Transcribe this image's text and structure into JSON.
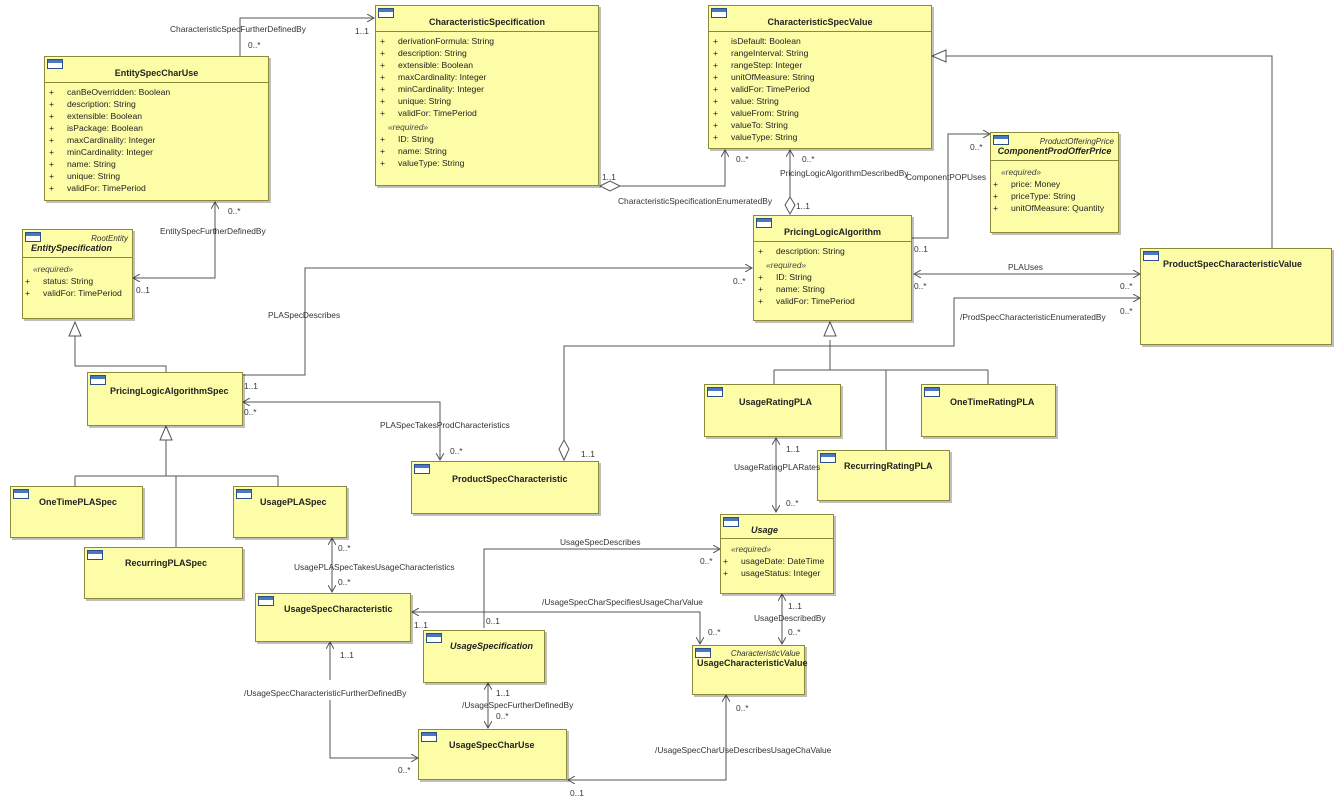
{
  "classes": {
    "characteristic_specification": {
      "name": "CharacteristicSpecification",
      "attributes": [
        "derivationFormula: String",
        "description: String",
        "extensible: Boolean",
        "maxCardinality: Integer",
        "minCardinality: Integer",
        "unique: String",
        "validFor: TimePeriod"
      ],
      "group": "«required»",
      "required": [
        "ID: String",
        "name: String",
        "valueType: String"
      ]
    },
    "characteristic_spec_value": {
      "name": "CharacteristicSpecValue",
      "attributes": [
        "isDefault: Boolean",
        "rangeInterval: String",
        "rangeStep: Integer",
        "unitOfMeasure: String",
        "validFor: TimePeriod",
        "value: String",
        "valueFrom: String",
        "valueTo: String",
        "valueType: String"
      ]
    },
    "entity_spec_char_use": {
      "name": "EntitySpecCharUse",
      "attributes": [
        "canBeOverridden: Boolean",
        "description: String",
        "extensible: Boolean",
        "isPackage: Boolean",
        "maxCardinality: Integer",
        "minCardinality: Integer",
        "name: String",
        "unique: String",
        "validFor: TimePeriod"
      ]
    },
    "entity_specification": {
      "stereotype": "RootEntity",
      "name": "EntitySpecification",
      "group": "«required»",
      "required": [
        "status: String",
        "validFor: TimePeriod"
      ]
    },
    "component_prod_offer_price": {
      "stereotype": "ProductOfferingPrice",
      "name": "ComponentProdOfferPrice",
      "group": "«required»",
      "required": [
        "price: Money",
        "priceType: String",
        "unitOfMeasure: Quantity"
      ]
    },
    "pricing_logic_algorithm": {
      "name": "PricingLogicAlgorithm",
      "attributes": [
        "description: String"
      ],
      "group": "«required»",
      "required": [
        "ID: String",
        "name: String",
        "validFor: TimePeriod"
      ]
    },
    "product_spec_characteristic_value": {
      "name": "ProductSpecCharacteristicValue"
    },
    "pricing_logic_algorithm_spec": {
      "name": "PricingLogicAlgorithmSpec"
    },
    "usage_rating_pla": {
      "name": "UsageRatingPLA"
    },
    "one_time_rating_pla": {
      "name": "OneTimeRatingPLA"
    },
    "recurring_rating_pla": {
      "name": "RecurringRatingPLA"
    },
    "product_spec_characteristic": {
      "name": "ProductSpecCharacteristic"
    },
    "one_time_pla_spec": {
      "name": "OneTimePLASpec"
    },
    "usage_pla_spec": {
      "name": "UsagePLASpec"
    },
    "recurring_pla_spec": {
      "name": "RecurringPLASpec"
    },
    "usage": {
      "name": "Usage",
      "group": "«required»",
      "required": [
        "usageDate: DateTime",
        "usageStatus: Integer"
      ]
    },
    "usage_spec_characteristic": {
      "name": "UsageSpecCharacteristic"
    },
    "usage_specification": {
      "name": "UsageSpecification"
    },
    "usage_characteristic_value": {
      "stereotype": "CharacteristicValue",
      "name": "UsageCharacteristicValue"
    },
    "usage_spec_char_use": {
      "name": "UsageSpecCharUse"
    }
  },
  "visibility": "+",
  "associations": {
    "char_spec_further_defined_by": "CharacteristicSpecFurtherDefinedBy",
    "entity_spec_further_defined_by": "EntitySpecFurtherDefinedBy",
    "char_spec_enumerated_by": "CharacteristicSpecificationEnumeratedBy",
    "pla_described_by": "PricingLogicAlgorithmDescribedBy",
    "component_pop_uses": "ComponentPOPUses",
    "pla_uses": "PLAUses",
    "prod_spec_char_enumerated_by": "/ProdSpecCharacteristicEnumeratedBy",
    "pla_spec_describes": "PLASpecDescribes",
    "pla_spec_takes_prod_chars": "PLASpecTakesProdCharacteristics",
    "usage_rating_pla_rates": "UsageRatingPLARates",
    "usage_spec_describes": "UsageSpecDescribes",
    "usage_pla_spec_takes_usage_chars": "UsagePLASpecTakesUsageCharacteristics",
    "usage_spec_char_specifies_usage_char_value": "/UsageSpecCharSpecifiesUsageCharValue",
    "usage_described_by": "UsageDescribedBy",
    "usage_spec_char_further_defined_by": "/UsageSpecCharacteristicFurtherDefinedBy",
    "usage_spec_further_defined_by": "/UsageSpecFurtherDefinedBy",
    "usage_spec_char_use_describes": "/UsageSpecCharUseDescribesUsageChaValue"
  },
  "multiplicities": {
    "m_zero_many": "0..*",
    "m_one_one": "1..1",
    "m_zero_one": "0..1"
  },
  "colors": {
    "class_fill": "#fdfda7",
    "class_border": "#8a8a3a",
    "line": "#555555",
    "icon": "#4a78c0"
  }
}
